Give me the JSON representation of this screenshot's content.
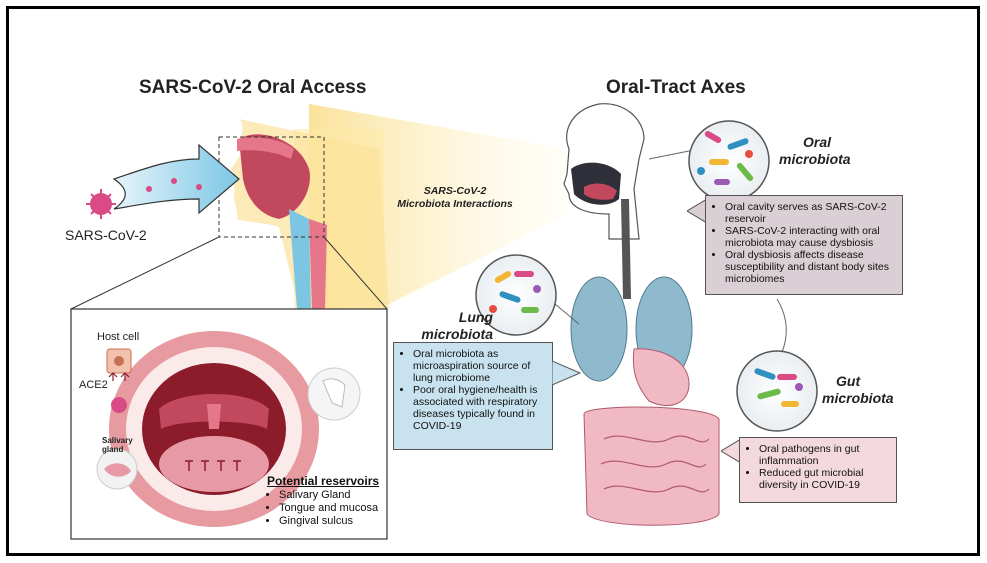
{
  "left_title": "SARS-CoV-2 Oral Access",
  "right_title": "Oral-Tract Axes",
  "virus_label": "SARS-CoV-2",
  "interaction_label_line1": "SARS-CoV-2",
  "interaction_label_line2": "Microbiota Interactions",
  "inset": {
    "host_cell": "Host cell",
    "ace2": "ACE2",
    "salivary_line1": "Salivary",
    "salivary_line2": "gland",
    "reservoirs_title": "Potential reservoirs",
    "reservoirs": [
      "Salivary Gland",
      "Tongue and mucosa",
      "Gingival sulcus"
    ]
  },
  "oral": {
    "title_line1": "Oral",
    "title_line2": "microbiota",
    "bullets": [
      "Oral cavity serves as SARS-CoV-2 reservoir",
      "SARS-CoV-2 interacting with oral microbiota may cause dysbiosis",
      "Oral dysbiosis affects disease susceptibility and distant body sites microbiomes"
    ]
  },
  "lung": {
    "title_line1": "Lung",
    "title_line2": "microbiota",
    "bullets": [
      "Oral microbiota as microaspiration source of lung microbiome",
      "Poor oral hygiene/health is associated with respiratory diseases typically found in COVID-19"
    ]
  },
  "gut": {
    "title_line1": "Gut",
    "title_line2": "microbiota",
    "bullets": [
      "Oral pathogens in gut inflammation",
      "Reduced gut microbial diversity in COVID-19"
    ]
  },
  "colors": {
    "oral_box": "#d9cfd4",
    "lung_box": "#c8e3ef",
    "gut_box": "#f3d9de",
    "cone": "#fbe9a8",
    "arrow": "#a8d8ec",
    "virus": "#d94a86",
    "lung": "#8fb9cc",
    "gut": "#f0b9c4"
  }
}
